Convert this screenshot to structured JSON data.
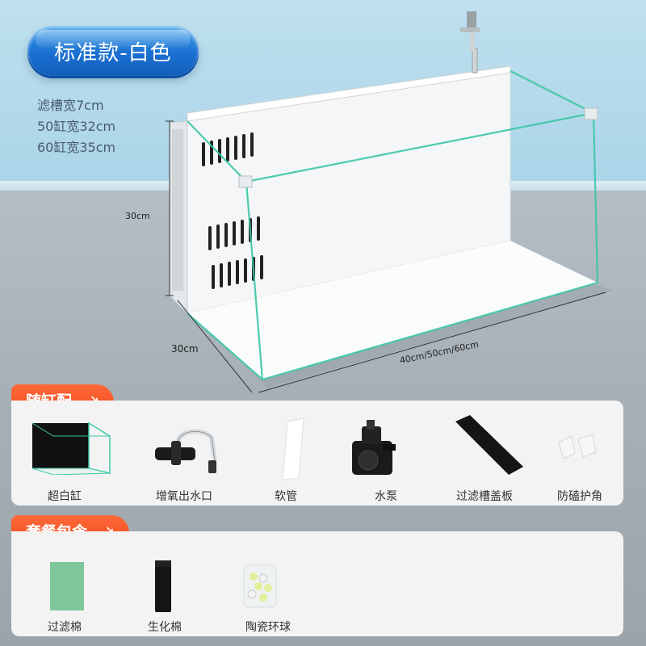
{
  "badge": {
    "text": "标准款-白色"
  },
  "specs": [
    "滤槽宽7cm",
    "50缸宽32cm",
    "60缸宽35cm"
  ],
  "dimensions": {
    "height": "30cm",
    "depth": "30cm",
    "width": "40cm/50cm/60cm"
  },
  "section1": {
    "title": "随缸配",
    "items": [
      "超白缸",
      "增氧出水口",
      "软管",
      "水泵",
      "过滤槽盖板",
      "防磕护角"
    ]
  },
  "section2": {
    "title": "套餐包含",
    "items": [
      "过滤棉",
      "生化棉",
      "陶瓷环球"
    ]
  },
  "colors": {
    "accent": "#f04a1e",
    "badge": "#1a6fd1",
    "glass": "#3cc7a6"
  }
}
